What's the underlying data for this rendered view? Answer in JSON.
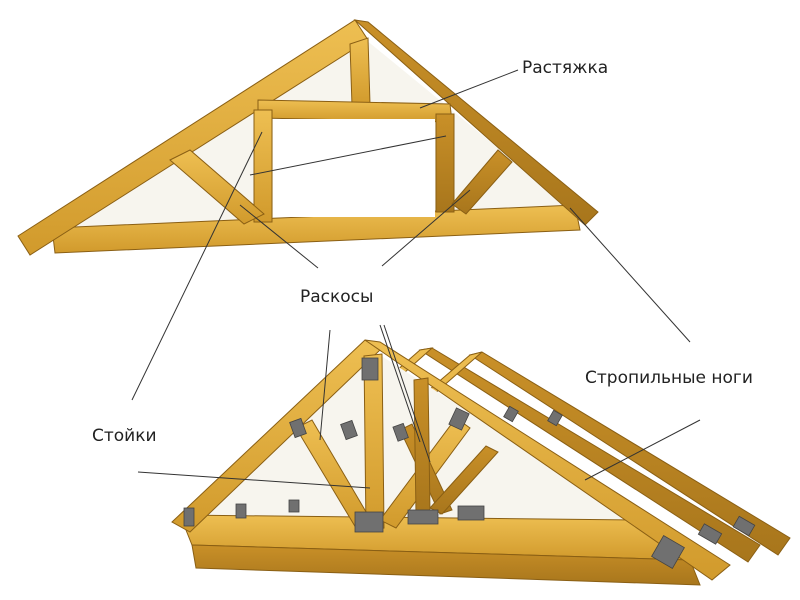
{
  "labels": {
    "tie": "Растяжка",
    "braces": "Раскосы",
    "rafters": "Стропильные ноги",
    "posts": "Стойки"
  },
  "colors": {
    "wood_light": "#e9b94a",
    "wood_mid": "#d9a232",
    "wood_dark": "#b07d1f",
    "wood_edge": "#8a5f14",
    "fill_bg": "#f6f4ec",
    "metal_plate": "#6e6e6e",
    "leader_line": "#333333",
    "text": "#222222"
  }
}
